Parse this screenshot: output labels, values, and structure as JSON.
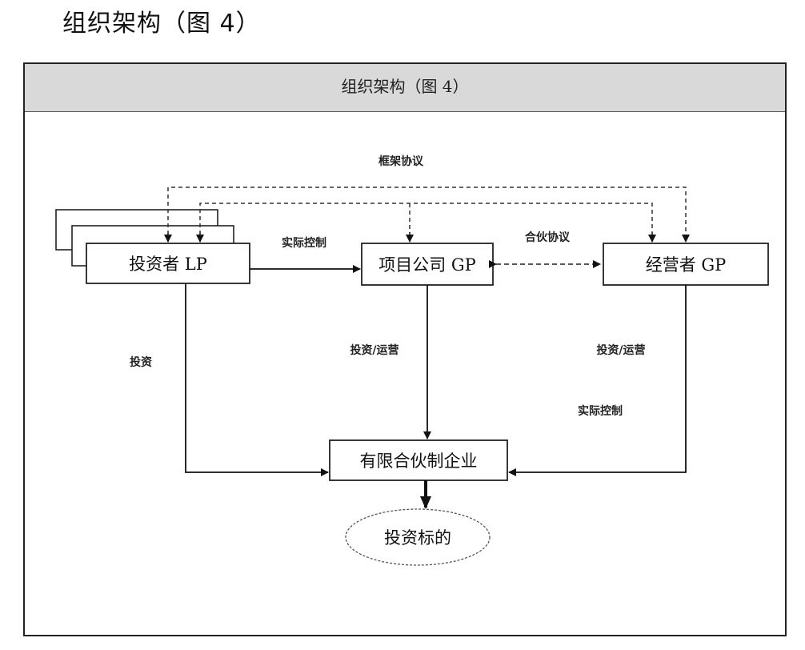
{
  "page": {
    "title": "组织架构（图 4）"
  },
  "figure": {
    "header": "组织架构（图 4）",
    "nodes": {
      "lp": "投资者 LP",
      "project_gp": "项目公司 GP",
      "operator_gp": "经营者 GP",
      "partnership": "有限合伙制企业",
      "target": "投资标的"
    },
    "edges": {
      "framework_agreement": "框架协议",
      "actual_control_lp": "实际控制",
      "partnership_agreement": "合伙协议",
      "invest": "投资",
      "invest_operate_project": "投资/运营",
      "invest_operate_operator": "投资/运营",
      "actual_control_operator": "实际控制"
    }
  }
}
